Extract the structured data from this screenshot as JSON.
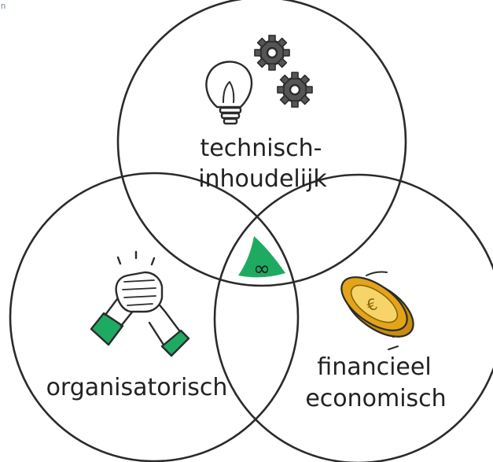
{
  "corner_mark": "n",
  "circles": {
    "top": {
      "label_lines": [
        "technisch-",
        "inhoudelijk"
      ],
      "icon": "lightbulb-gears-icon"
    },
    "left": {
      "label_lines": [
        "organisatorisch"
      ],
      "icon": "handshake-icon"
    },
    "right": {
      "label_lines": [
        "financieel",
        "economisch"
      ],
      "icon": "euro-coin-icon"
    }
  },
  "center": {
    "symbol": "∞",
    "icon": "infinity-icon"
  },
  "colors": {
    "outline": "#2b2b2b",
    "accent_green": "#1faa62",
    "coin_gold": "#e3a418",
    "coin_light": "#f6d46a"
  }
}
